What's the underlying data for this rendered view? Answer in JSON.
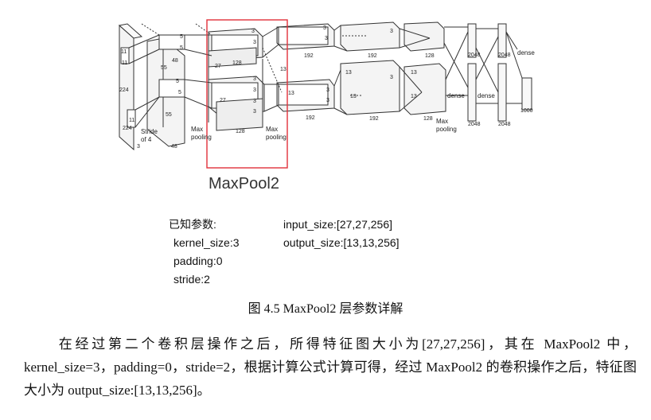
{
  "figure": {
    "labels": {
      "l224a": "224",
      "l224b": "224",
      "l11a": "11",
      "l11b": "11",
      "l11c": "11",
      "stride": "Stride",
      "of4": "of 4",
      "l3": "3",
      "l55a": "55",
      "l55b": "55",
      "l48a": "48",
      "l48b": "48",
      "l5a": "5",
      "l5b": "5",
      "l5c": "5",
      "l5d": "5",
      "l27a": "27",
      "l27b": "27",
      "l128a": "128",
      "l128b": "128",
      "maxpool_a": "Max\npooling",
      "maxpool_b": "Max\npooling",
      "maxpool_c": "Max\npooling",
      "l3a": "3",
      "l3b": "3",
      "l3c": "3",
      "l3d": "3",
      "l3e": "3",
      "l3f": "3",
      "l3g": "3",
      "l3h": "3",
      "l3i": "3",
      "l3j": "3",
      "l3k": "3",
      "l3l": "3",
      "l13a": "13",
      "l13b": "13",
      "l13c": "13",
      "l13d": "13",
      "l13e": "13",
      "l13f": "13",
      "l192a": "192",
      "l192b": "192",
      "l192c": "192",
      "l192d": "192",
      "l128c": "128",
      "l128d": "128",
      "l2048a": "2048",
      "l2048b": "2048",
      "l2048c": "2048",
      "l2048d": "2048",
      "dense_a": "dense",
      "dense_b": "dense",
      "dense_c": "dense",
      "l1000": "1000"
    },
    "title": "MaxPool2",
    "params_header": "已知参数:",
    "params": {
      "kernel_size": "kernel_size:3",
      "padding": "padding:0",
      "stride": "stride:2"
    },
    "sizes": {
      "input_size": "input_size:[27,27,256]",
      "output_size": "output_size:[13,13,256]"
    },
    "highlight_color": "#e0313a"
  },
  "caption": "图 4.5 MaxPool2 层参数详解",
  "body": {
    "paragraph": "在经过第二个卷积层操作之后，所得特征图大小为[27,27,256]，其在 MaxPool2 中，kernel_size=3，padding=0，stride=2，根据计算公式计算可得，经过 MaxPool2 的卷积操作之后，特征图大小为 output_size:[13,13,256]。"
  }
}
